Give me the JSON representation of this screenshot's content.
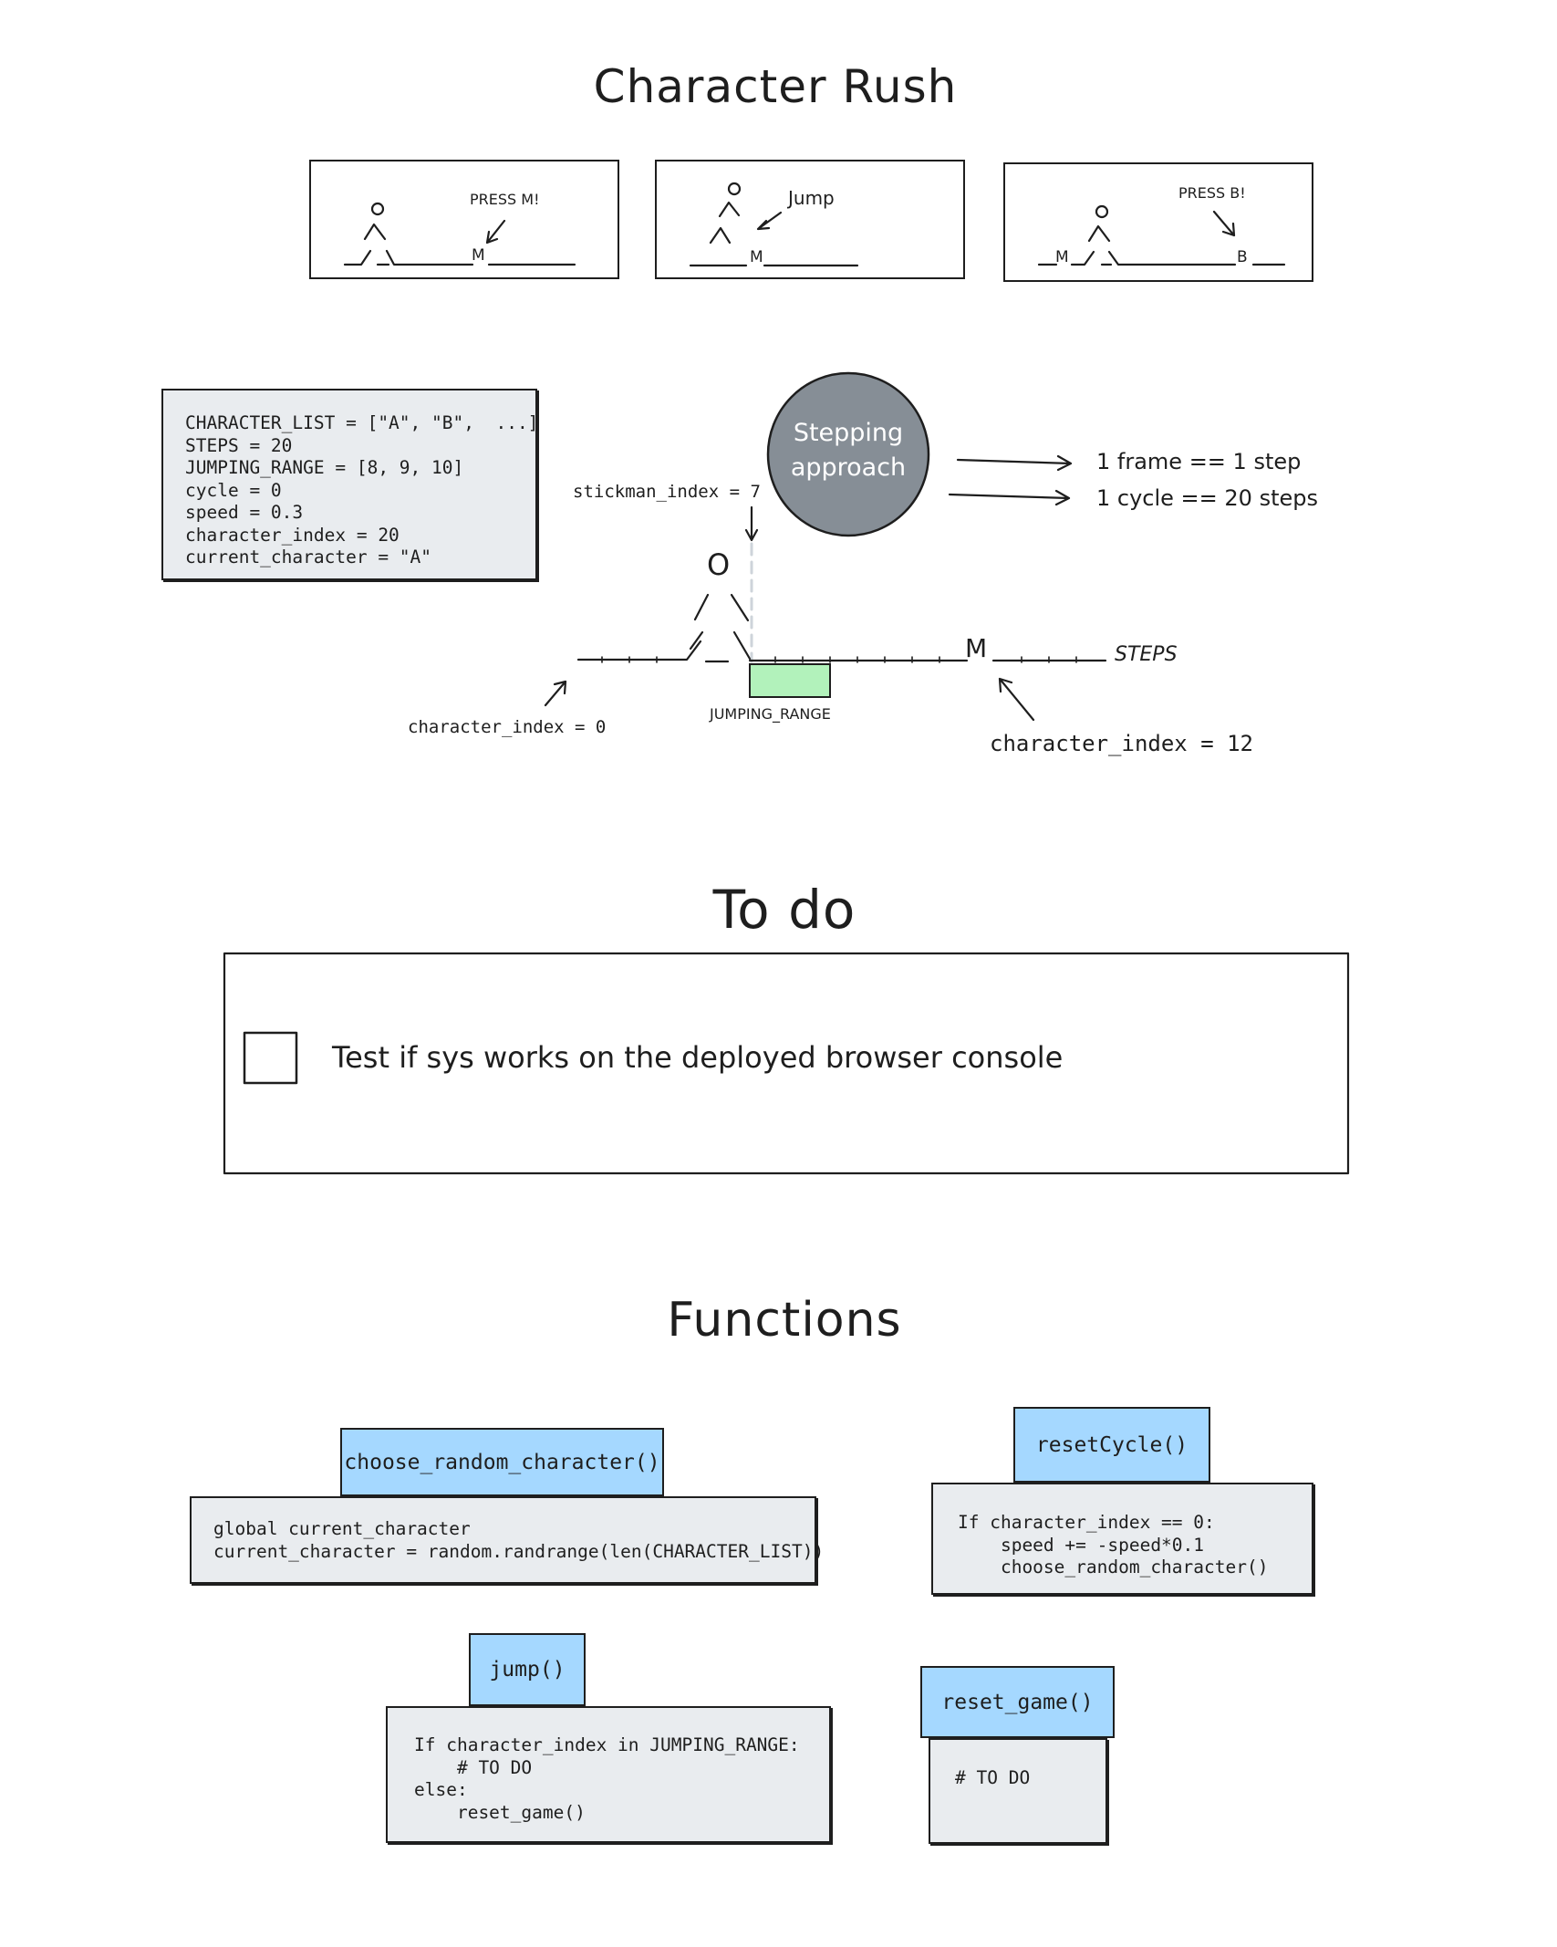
{
  "title": "Character Rush",
  "panels": [
    {
      "label": "PRESS M!",
      "ground_char": "M"
    },
    {
      "label": "Jump",
      "ground_char": "M"
    },
    {
      "label": "PRESS B!",
      "ground_char_left": "M",
      "ground_char": "B"
    }
  ],
  "variables_box": {
    "lines": "CHARACTER_LIST = [\"A\", \"B\",  ...]\nSTEPS = 20\nJUMPING_RANGE = [8, 9, 10]\ncycle = 0\nspeed = 0.3\ncharacter_index = 20\ncurrent_character = \"A\""
  },
  "stepping": {
    "circle_text_line1": "Stepping",
    "circle_text_line2": "approach",
    "rule1": "1 frame == 1 step",
    "rule2": "1 cycle == 20 steps"
  },
  "track": {
    "stickman_index_label": "stickman_index = 7",
    "stickman_head": "O",
    "obstacle_char": "M",
    "steps_label": "STEPS",
    "jumping_range_label": "JUMPING_RANGE",
    "char_index_left": "character_index = 0",
    "char_index_right": "character_index = 12"
  },
  "todo": {
    "heading": "To do",
    "items": [
      {
        "text": "Test if sys works on the deployed browser console",
        "checked": false
      }
    ]
  },
  "functions": {
    "heading": "Functions",
    "choose_random_character": {
      "name": "choose_random_character()",
      "body": "global current_character\ncurrent_character = random.randrange(len(CHARACTER_LIST))"
    },
    "resetCycle": {
      "name": "resetCycle()",
      "body": "If character_index == 0:\n    speed += -speed*0.1\n    choose_random_character()"
    },
    "jump": {
      "name": "jump()",
      "body": "If character_index in JUMPING_RANGE:\n    # TO DO\nelse:\n    reset_game()"
    },
    "reset_game": {
      "name": "reset_game()",
      "body": "# TO DO"
    }
  },
  "colors": {
    "stroke": "#1e1e1e",
    "code_bg": "#e9ecef",
    "fn_label_bg": "#a5d8ff",
    "circle_fill": "#868e96",
    "jump_range_fill": "#b2f2bb"
  }
}
